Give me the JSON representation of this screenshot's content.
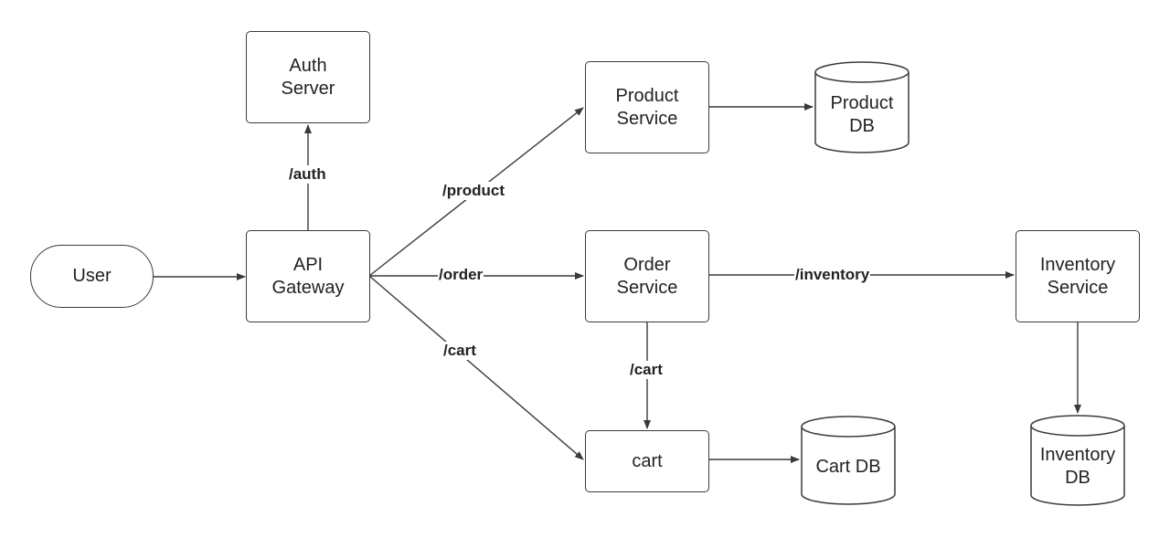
{
  "colors": {
    "stroke": "#3a3a3a",
    "text": "#222222",
    "background": "#ffffff"
  },
  "nodes": {
    "user": "User",
    "auth_server": "Auth\nServer",
    "api_gateway": "API\nGateway",
    "product_service": "Product\nService",
    "product_db": "Product\nDB",
    "order_service": "Order\nService",
    "inventory_service": "Inventory\nService",
    "inventory_db": "Inventory\nDB",
    "cart": "cart",
    "cart_db": "Cart DB"
  },
  "edges": {
    "auth": "/auth",
    "product": "/product",
    "order": "/order",
    "cart_from_gateway": "/cart",
    "inventory": "/inventory",
    "cart_from_order": "/cart"
  }
}
